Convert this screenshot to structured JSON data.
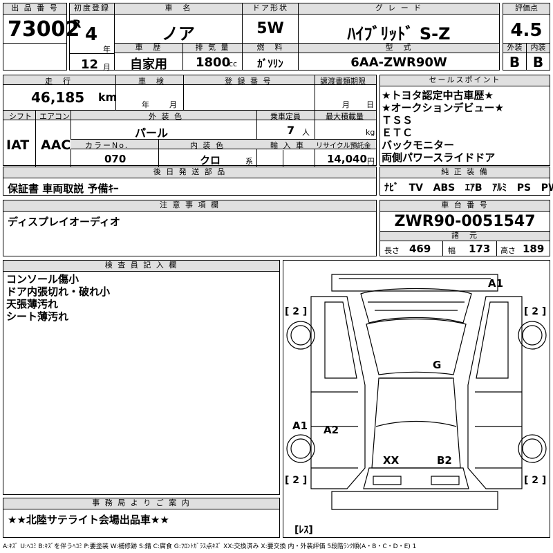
{
  "header": {
    "lot_label": "出 品 番 号",
    "lot_number": "73002",
    "first_reg_label": "初度登録",
    "era_letter": "R",
    "reg_year": "4",
    "year_unit": "年",
    "reg_month": "12",
    "month_unit": "月",
    "car_name_label": "車　名",
    "car_name": "ノア",
    "door_label": "ドア形状",
    "door_value": "5W",
    "grade_label": "グ レ ー ド",
    "grade_value": "ﾊｲﾌﾞﾘｯﾄﾞ S-Z",
    "score_label": "評価点",
    "score_value": "4.5",
    "history_label": "車　歴",
    "history_value": "自家用",
    "displacement_label": "排 気 量",
    "displacement_value": "1800",
    "displacement_unit": "cc",
    "fuel_label": "燃　料",
    "fuel_value": "ｶﾞｿﾘﾝ",
    "model_label": "型　式",
    "model_value": "6AA-ZWR90W",
    "exterior_label": "外装",
    "exterior_value": "B",
    "interior_label": "内装",
    "interior_value": "B"
  },
  "details": {
    "mileage_label": "走　行",
    "mileage_value": "46,185",
    "mileage_unit": "km",
    "inspection_label": "車　検",
    "inspection_year_unit": "年",
    "inspection_month_unit": "月",
    "regno_label": "登 録 番 号",
    "transfer_label": "譲渡書類期限",
    "transfer_month_unit": "月",
    "transfer_day_unit": "日",
    "shift_label": "シフト",
    "shift_value": "IAT",
    "ac_label": "エアコン",
    "ac_value": "AAC",
    "color_label": "外 装 色",
    "color_value": "パール",
    "capacity_label": "乗車定員",
    "capacity_value": "7",
    "capacity_unit": "人",
    "load_label": "最大積載量",
    "load_unit": "kg",
    "color_no_label": "カラーNo.",
    "color_no_value": "070",
    "int_color_label": "内 装 色",
    "int_color_value": "クロ",
    "int_color_unit": "系",
    "import_label": "輸 入 車",
    "recycle_label": "リサイクル預託金",
    "recycle_value": "14,040",
    "recycle_unit": "円"
  },
  "later_parts": {
    "label": "後 日 発 送 部 品",
    "value": "保証書 車両取説 予備ｷｰ"
  },
  "sales": {
    "label": "セールスポイント",
    "lines": [
      "★トヨタ認定中古車歴★",
      "★オークションデビュー★",
      "ＴＳＳ",
      "ＥＴＣ",
      "バックモニター",
      "両側パワースライドドア"
    ]
  },
  "equipment": {
    "label": "純 正 装 備",
    "items": [
      "ﾅﾋﾞ",
      "TV",
      "ABS",
      "ｴｱB",
      "ｱﾙﾐ",
      "PS",
      "PW"
    ]
  },
  "caution": {
    "label": "注 意 事 項 欄",
    "text": "ディスプレイオーディオ"
  },
  "chassis": {
    "label": "車 台 番 号",
    "value": "ZWR90-0051547",
    "spec_label": "諸　元",
    "length_label": "長さ",
    "length_value": "469",
    "width_label": "幅",
    "width_value": "173",
    "height_label": "高さ",
    "height_value": "189"
  },
  "inspector": {
    "label": "検 査 員 記 入 欄",
    "lines": [
      "コンソール傷小",
      "ドア内張切れ・破れ小",
      "天張薄汚れ",
      "シート薄汚れ"
    ]
  },
  "diagram": {
    "marks": {
      "front_right": "A1",
      "roof": "G",
      "left_side": "A1",
      "left_rear_side": "A2",
      "rear_left": "XX",
      "rear_right": "B2"
    },
    "tire_fl": "[ 2 ]",
    "tire_fr": "[ 2 ]",
    "tire_rl": "[ 2 ]",
    "tire_rr": "[ 2 ]",
    "spare": "[ﾚｽ]"
  },
  "office": {
    "label": "事 務 局 よ り ご 案 内",
    "text": "★★北陸サテライト会場出品車★★"
  },
  "legend": "A:ｷｽﾞ U:ﾍｺﾐ B:ｷｽﾞを伴うﾍｺﾐ P:要塗装 W:補修跡 S:錆 C:腐食 G:ﾌﾛﾝﾄｶﾞﾗｽ点ｷｽﾞ XX:交換済み X:要交換 内・外装評価 5段階ﾗﾝｸ順(A・B・C・D・E) 1"
}
